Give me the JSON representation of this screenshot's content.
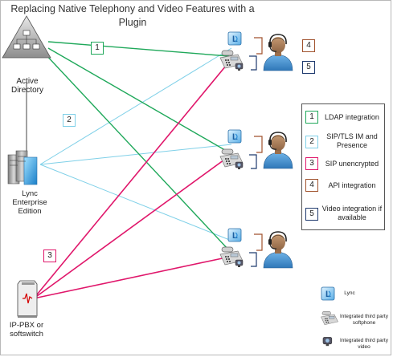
{
  "title": "Replacing Native Telephony and Video Features with a Plugin",
  "nodes": {
    "active_directory": "Active Directory",
    "lync_server": "Lync Enterprise Edition",
    "pbx": "IP-PBX or softswitch"
  },
  "line_numbers": {
    "ldap": "1",
    "sip_tls": "2",
    "sip": "3"
  },
  "user_numbers": {
    "api": "4",
    "video": "5"
  },
  "legend": [
    {
      "number": "1",
      "label": "LDAP integration",
      "color": "#1fa85a"
    },
    {
      "number": "2",
      "label": "SIP/TLS IM and Presence",
      "color": "#7fd0e8"
    },
    {
      "number": "3",
      "label": "SIP unencrypted",
      "color": "#e0176b"
    },
    {
      "number": "4",
      "label": "API integration",
      "color": "#a0522d"
    },
    {
      "number": "5",
      "label": "Video integration if available",
      "color": "#1f3a6e"
    }
  ],
  "icon_legend": {
    "lync": "Lync",
    "softphone": "Integrated third party softphone",
    "video": "Integrated third party video"
  },
  "colors": {
    "ldap": "#1fa85a",
    "sip_tls": "#7fd0e8",
    "sip": "#e0176b",
    "api": "#a0522d",
    "video": "#1f3a6e"
  }
}
